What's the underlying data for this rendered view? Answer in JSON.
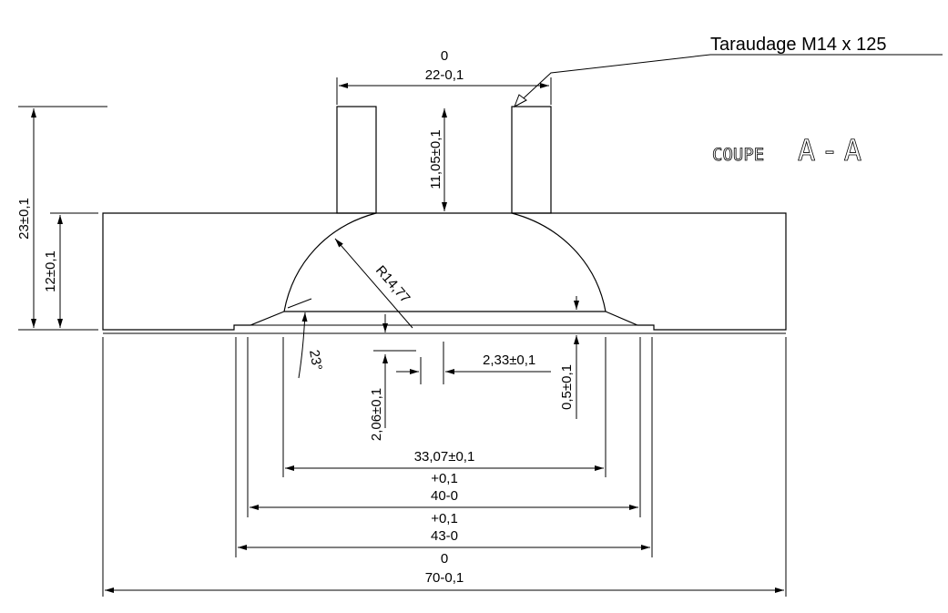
{
  "title": "Taraudage M14 x 125",
  "section_label": "COUPE",
  "section_letters": "A-A",
  "dimensions": {
    "top_width_upper": "0",
    "top_width": "22-0,1",
    "bore_depth": "11,05±0,1",
    "total_height": "23±0,1",
    "body_height": "12±0,1",
    "radius": "R14,77",
    "angle": "23°",
    "offset": "2,33±0,1",
    "step_height": "0,5±0,1",
    "cavity_depth": "2,06±0,1",
    "d33": "33,07±0,1",
    "d40_upper": "+0,1",
    "d40": "40-0",
    "d43_upper": "+0,1",
    "d43": "43-0",
    "d70_upper": "0",
    "d70": "70-0,1"
  }
}
